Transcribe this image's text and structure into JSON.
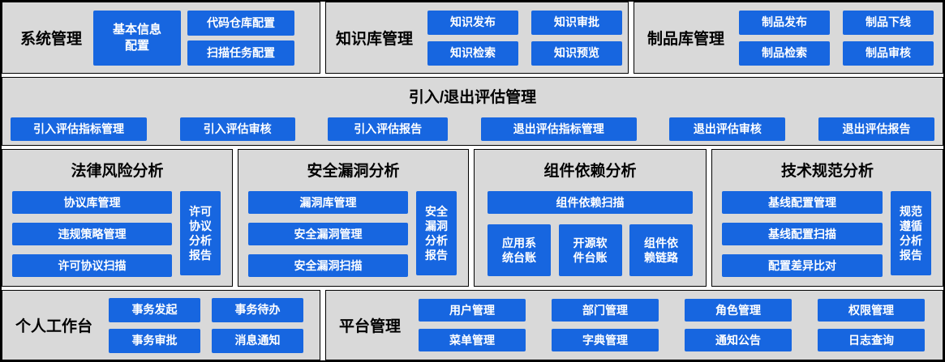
{
  "colors": {
    "button_blue": "#1766e0",
    "button_text": "#ffffff",
    "panel_gray": "#d9d9d9",
    "title_black": "#000000"
  },
  "system": {
    "title": "系统管理",
    "basic_info": "基本信息配置",
    "code_repo": "代码仓库配置",
    "scan_task": "扫描任务配置"
  },
  "knowledge": {
    "title": "知识库管理",
    "publish": "知识发布",
    "approve": "知识审批",
    "search": "知识检索",
    "preview": "知识预览"
  },
  "artifact": {
    "title": "制品库管理",
    "publish": "制品发布",
    "offline": "制品下线",
    "search": "制品检索",
    "review": "制品审核"
  },
  "evaluation": {
    "title": "引入/退出评估管理",
    "in_metrics": "引入评估指标管理",
    "in_review": "引入评估审核",
    "in_report": "引入评估报告",
    "out_metrics": "退出评估指标管理",
    "out_review": "退出评估审核",
    "out_report": "退出评估报告"
  },
  "legal": {
    "title": "法律风险分析",
    "protocol_lib": "协议库管理",
    "violation_policy": "违规策略管理",
    "license_scan": "许可协议扫描",
    "report": "许可协议分析报告"
  },
  "vuln": {
    "title": "安全漏洞分析",
    "vuln_lib": "漏洞库管理",
    "vuln_mgmt": "安全漏洞管理",
    "vuln_scan": "安全漏洞扫描",
    "report": "安全漏洞分析报告"
  },
  "dependency": {
    "title": "组件依赖分析",
    "dep_scan": "组件依赖扫描",
    "app_ledger": "应用系统台账",
    "oss_ledger": "开源软件台账",
    "dep_chain": "组件依赖链路"
  },
  "spec": {
    "title": "技术规范分析",
    "baseline_mgmt": "基线配置管理",
    "baseline_scan": "基线配置扫描",
    "config_diff": "配置差异比对",
    "report": "规范遵循分析报告"
  },
  "workbench": {
    "title": "个人工作台",
    "initiate": "事务发起",
    "todo": "事务待办",
    "approve": "事务审批",
    "notice": "消息通知"
  },
  "platform": {
    "title": "平台管理",
    "user": "用户管理",
    "dept": "部门管理",
    "role": "角色管理",
    "perm": "权限管理",
    "menu": "菜单管理",
    "dict": "字典管理",
    "announce": "通知公告",
    "log": "日志查询"
  }
}
